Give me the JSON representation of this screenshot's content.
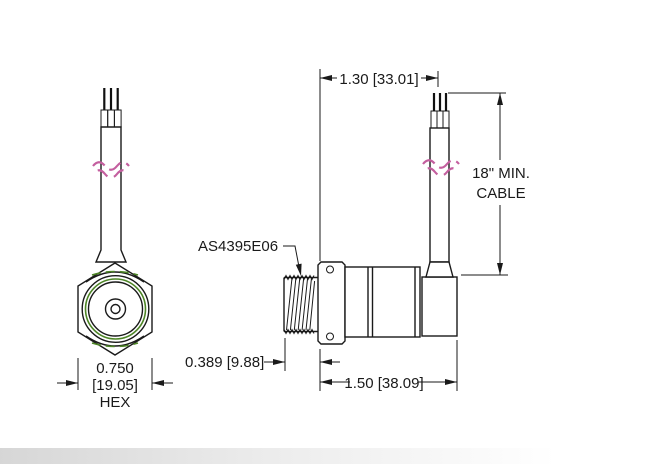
{
  "colors": {
    "line": "#1a1a1a",
    "thread_green": "#4d8526",
    "break_pink": "#c45f9f"
  },
  "labels": {
    "connector_spec": "AS4395E06"
  },
  "cable_note": {
    "line1": "18\" MIN.",
    "line2": "CABLE"
  },
  "dims": {
    "width": "1.30 [33.01]",
    "thread_length": "0.389 [9.88]",
    "overall_length": "1.50 [38.09]",
    "hex_value": "0.750",
    "hex_metric": "[19.05]",
    "hex_suffix": "HEX"
  }
}
